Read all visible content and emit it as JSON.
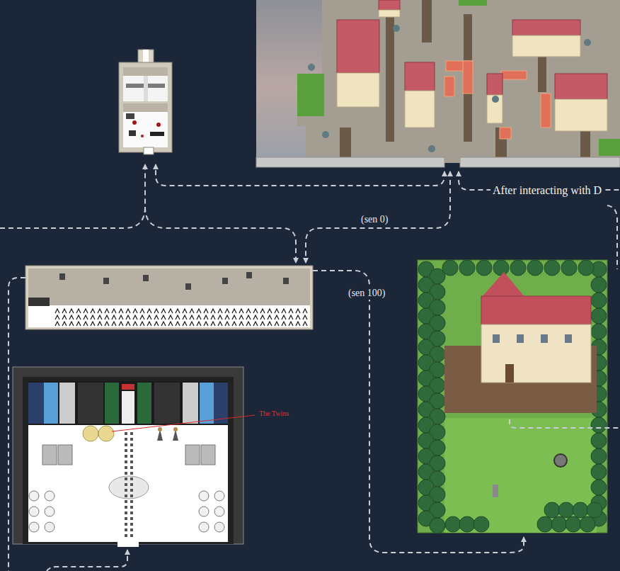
{
  "diagram": {
    "labels": [
      "After interacting with D",
      "(sen 0)",
      "(sen 100)",
      "The Twins"
    ]
  }
}
